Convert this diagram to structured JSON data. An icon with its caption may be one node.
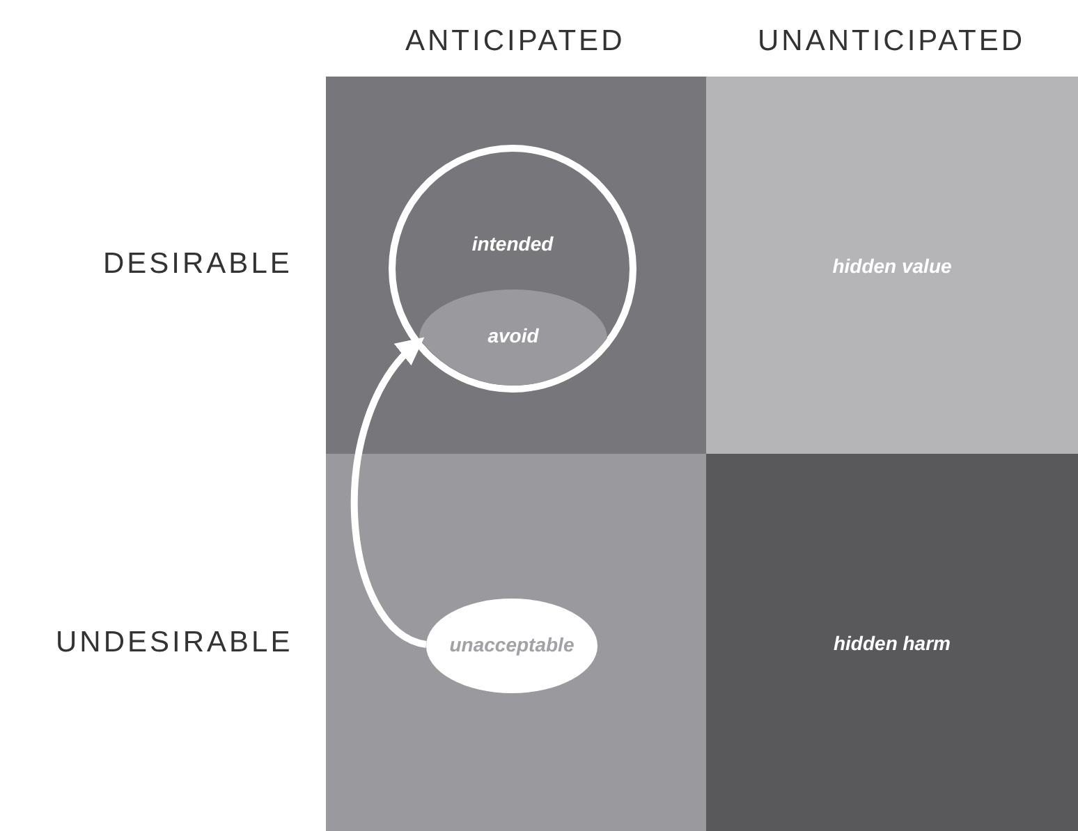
{
  "diagram": {
    "nodes": [
      {
        "text": [],
        "shape": "box"
      },
      {
        "text": [
          "intended"
        ],
        "in": 0
      },
      {
        "text": [
          "avoid"
        ],
        "in": 1
      },
      {
        "text": [
          "hidden value"
        ]
      },
      {
        "text": [],
        "shape": "box"
      },
      {
        "text": [
          "unacceptable"
        ],
        "in": 4
      },
      {
        "text": [
          "hidden harm"
        ]
      }
    ],
    "edges": [
      {
        "from": 5,
        "to": 2,
        "arrow": "to"
      }
    ],
    "labels": [
      "ANTICIPATED",
      "UNANTICIPATED",
      "DESIRABLE",
      "UNDESIRABLE"
    ]
  }
}
